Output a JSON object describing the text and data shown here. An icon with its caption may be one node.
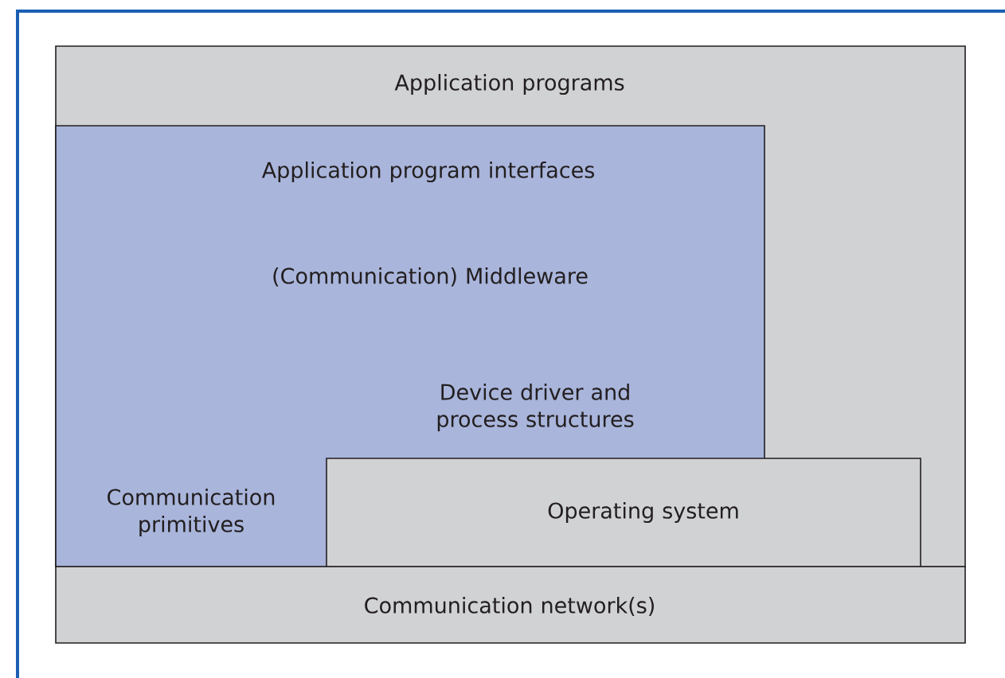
{
  "diagram": {
    "nodes": [
      {
        "text": [
          "Application programs"
        ]
      },
      {
        "text": [
          "Application program interfaces",
          "(Communication) Middleware",
          "Device driver and process structures",
          "Communication primitives"
        ],
        "in": 0
      },
      {
        "text": [
          "Operating system"
        ],
        "in": 0
      },
      {
        "text": [
          "Communication network(s)"
        ]
      }
    ]
  }
}
